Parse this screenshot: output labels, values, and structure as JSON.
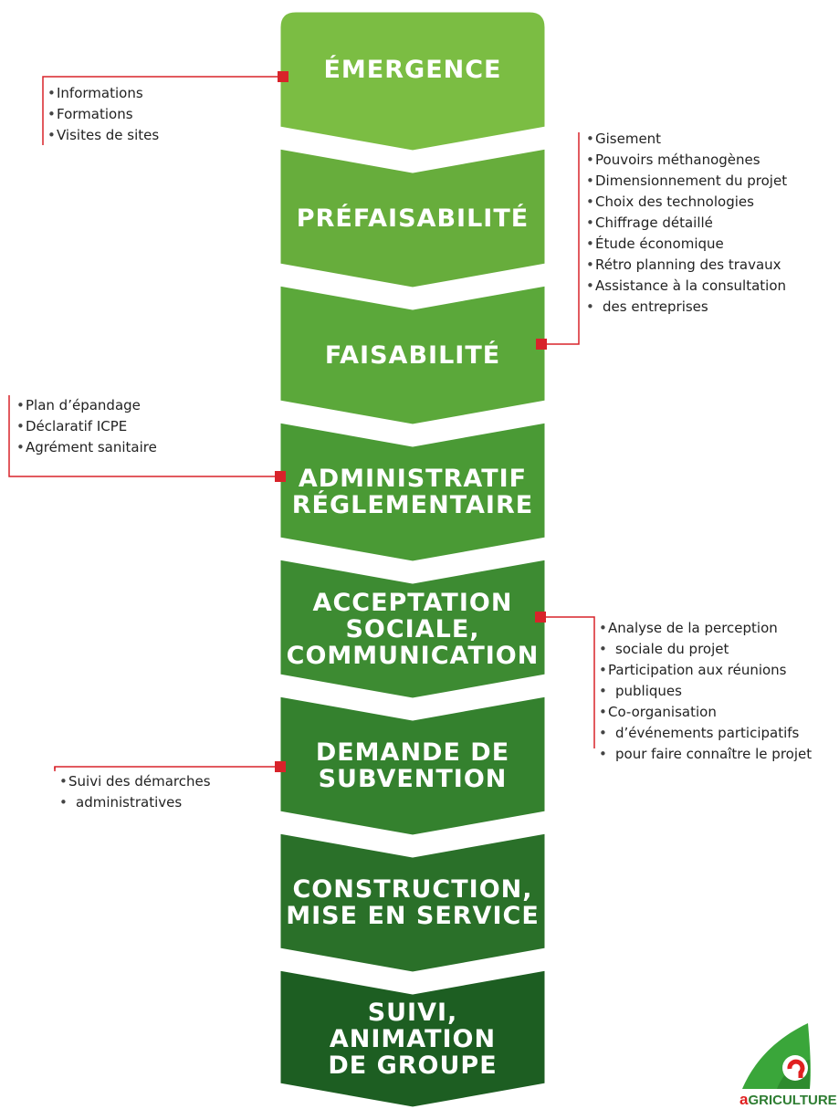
{
  "colors": {
    "steps": [
      "#7bbd43",
      "#67ad3c",
      "#5ba83a",
      "#4a9a35",
      "#3d8b32",
      "#34812e",
      "#2a7029",
      "#1d5e22"
    ],
    "connector": "#d8232a",
    "logo_green": "#3aa63a",
    "logo_red": "#e02020"
  },
  "steps": [
    {
      "lines": [
        "ÉMERGENCE"
      ]
    },
    {
      "lines": [
        "PRÉFAISABILITÉ"
      ]
    },
    {
      "lines": [
        "FAISABILITÉ"
      ]
    },
    {
      "lines": [
        "ADMINISTRATIF",
        "RÉGLEMENTAIRE"
      ]
    },
    {
      "lines": [
        "ACCEPTATION",
        "SOCIALE,",
        "COMMUNICATION"
      ]
    },
    {
      "lines": [
        "DEMANDE DE",
        "SUBVENTION"
      ]
    },
    {
      "lines": [
        "CONSTRUCTION,",
        "MISE EN SERVICE"
      ]
    },
    {
      "lines": [
        "SUIVI,",
        "ANIMATION",
        "DE GROUPE"
      ]
    }
  ],
  "annotations": {
    "emergence": [
      "Informations",
      "Formations",
      "Visites de sites"
    ],
    "faisabilite": [
      "Gisement",
      "Pouvoirs méthanogènes",
      "Dimensionnement du projet",
      "Choix des technologies",
      "Chiffrage détaillé",
      "Étude économique",
      "Rétro planning des travaux",
      "Assistance à la consultation",
      "des entreprises"
    ],
    "administratif": [
      "Plan d’épandage",
      "Déclaratif ICPE",
      "Agrément sanitaire"
    ],
    "acceptation": [
      "Analyse de la perception",
      "sociale du projet",
      "Participation aux réunions",
      "publiques",
      "Co-organisation",
      "d’événements participatifs",
      "pour faire connaître le projet"
    ],
    "construction": [
      "Suivi des démarches",
      "administratives"
    ]
  },
  "logo": {
    "text_initial": "a",
    "text_rest": "GRICULTURE",
    "icon": "agriculture-logo-icon"
  }
}
